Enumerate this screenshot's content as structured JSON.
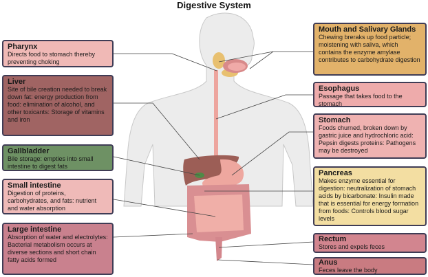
{
  "title": "Digestive System",
  "organs": {
    "pharynx": {
      "name": "Pharynx",
      "desc": "Directs food to stomach thereby preventing choking",
      "color": "#f0b9b6"
    },
    "liver": {
      "name": "Liver",
      "desc": "Site of bile creation needed to break down fat: energy production from food: elimination of alcohol, and other toxicants: Storage of vitamins and iron",
      "color": "#a06463"
    },
    "gallbladder": {
      "name": "Gallbladder",
      "desc": "Bile storage:  empties into small intestine to digest fats",
      "color": "#6e9164"
    },
    "small_intestine": {
      "name": "Small intestine",
      "desc": "Digestion of proteins, carbohydrates, and fats: nutrient and water absorption",
      "color": "#efbab8"
    },
    "large_intestine": {
      "name": "Large intestine",
      "desc": "Absorption of water and electrolytes: Bacterial metabolism occurs at diverse sections and short chain fatty acids formed",
      "color": "#c9818e"
    },
    "mouth": {
      "name": "Mouth and Salivary Glands",
      "desc": "Chewing breraks up food particle; moistening with saliva, which contains the enzyme amylase contributes to carbohydrate digestion",
      "color": "#e2b26a"
    },
    "esophagus": {
      "name": "Esophagus",
      "desc": "Passage that takes food to the stomach",
      "color": "#eeabab"
    },
    "stomach": {
      "name": "Stomach",
      "desc": "Foods churned, broken down by gastric juice and hydrochloric acid: Pepsin digests proteins: Pathogens may be destroyed",
      "color": "#efb2b1"
    },
    "pancreas": {
      "name": "Pancreas",
      "desc": "Makes enzyme essential for digestion: neutralization of stomach acids by bicarbonate: Insulin made that is essential for energy formation from foods: Controls blood sugar levels",
      "color": "#f3dea2"
    },
    "rectum": {
      "name": "Rectum",
      "desc": "Stores and expels feces",
      "color": "#d2858f"
    },
    "anus": {
      "name": "Anus",
      "desc": "Feces leave the body",
      "color": "#c97b81"
    }
  }
}
